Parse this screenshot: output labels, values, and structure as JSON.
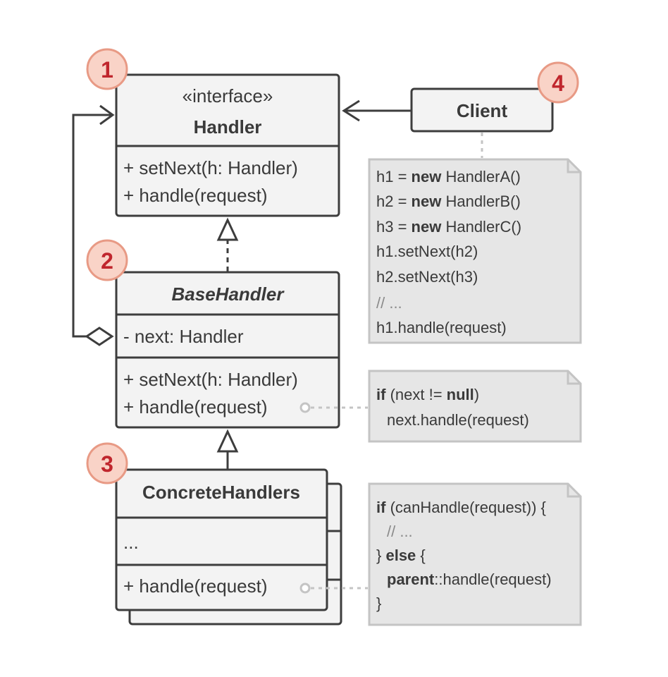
{
  "handler": {
    "stereotype": "«interface»",
    "name": "Handler",
    "methods": [
      "+ setNext(h: Handler)",
      "+ handle(request)"
    ]
  },
  "base_handler": {
    "name": "BaseHandler",
    "fields": [
      "- next: Handler"
    ],
    "methods": [
      "+ setNext(h: Handler)",
      "+ handle(request)"
    ]
  },
  "concrete_handlers": {
    "name": "ConcreteHandlers",
    "fields": [
      "..."
    ],
    "methods": [
      "+ handle(request)"
    ]
  },
  "client": {
    "name": "Client"
  },
  "badges": [
    "1",
    "2",
    "3",
    "4"
  ],
  "client_note": {
    "lines": [
      {
        "pre": "h1 = ",
        "kw": "new",
        "post": " HandlerA()"
      },
      {
        "pre": "h2 = ",
        "kw": "new",
        "post": " HandlerB()"
      },
      {
        "pre": "h3 = ",
        "kw": "new",
        "post": " HandlerC()"
      },
      {
        "pre": "h1.setNext(h2)",
        "kw": "",
        "post": ""
      },
      {
        "pre": "h2.setNext(h3)",
        "kw": "",
        "post": ""
      },
      {
        "comment": "// ..."
      },
      {
        "pre": "h1.handle(request)",
        "kw": "",
        "post": ""
      }
    ]
  },
  "base_note": {
    "line1_kw": "if",
    "line1_mid": " (next != ",
    "line1_kw2": "null",
    "line1_end": ")",
    "line2": "next.handle(request)"
  },
  "concrete_note": {
    "line1_kw": "if",
    "line1_rest": " (canHandle(request)) {",
    "line2_comment": "// ...",
    "line3_pre": "} ",
    "line3_kw": "else",
    "line3_post": " {",
    "line4_kw": "parent",
    "line4_rest": "::handle(request)",
    "line5": "}"
  },
  "colors": {
    "box_fill": "#f3f3f3",
    "box_stroke": "#3d3d3d",
    "note_fill": "#e6e6e6",
    "note_stroke": "#c4c4c4",
    "badge_fill": "#f9d3c7",
    "badge_text": "#c0262d"
  }
}
